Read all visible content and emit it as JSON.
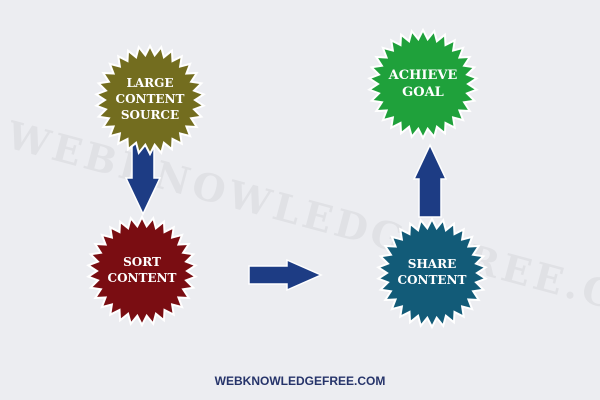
{
  "watermark": "WEBKNOWLEDGEFREE.COM",
  "nodes": {
    "source": {
      "lines": [
        "LARGE",
        "CONTENT",
        "SOURCE"
      ],
      "color": "#736d1f"
    },
    "sort": {
      "lines": [
        "SORT",
        "CONTENT"
      ],
      "color": "#7a0d12"
    },
    "share": {
      "lines": [
        "SHARE",
        "CONTENT"
      ],
      "color": "#125b78"
    },
    "goal": {
      "lines": [
        "ACHIEVE",
        "GOAL"
      ],
      "color": "#1fa13b"
    }
  },
  "arrow_color": "#1d3c84",
  "footer": "WEBKNOWLEDGEFREE.COM"
}
